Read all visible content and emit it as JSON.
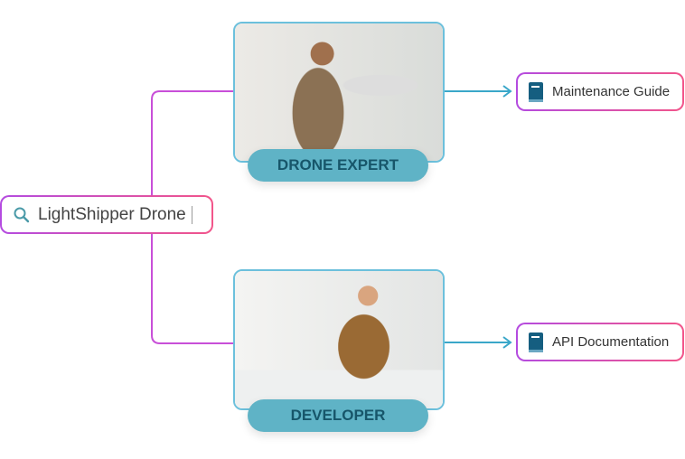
{
  "search": {
    "value": "LightShipper Drone",
    "icon": "search-icon"
  },
  "roles": [
    {
      "label": "DRONE EXPERT"
    },
    {
      "label": "DEVELOPER"
    }
  ],
  "docs": [
    {
      "label": "Maintenance Guide",
      "icon": "book-icon"
    },
    {
      "label": "API Documentation",
      "icon": "book-icon"
    }
  ],
  "colors": {
    "connector": "#c84fd8",
    "arrow": "#3aa7c9",
    "pill": "#5fb3c6"
  }
}
